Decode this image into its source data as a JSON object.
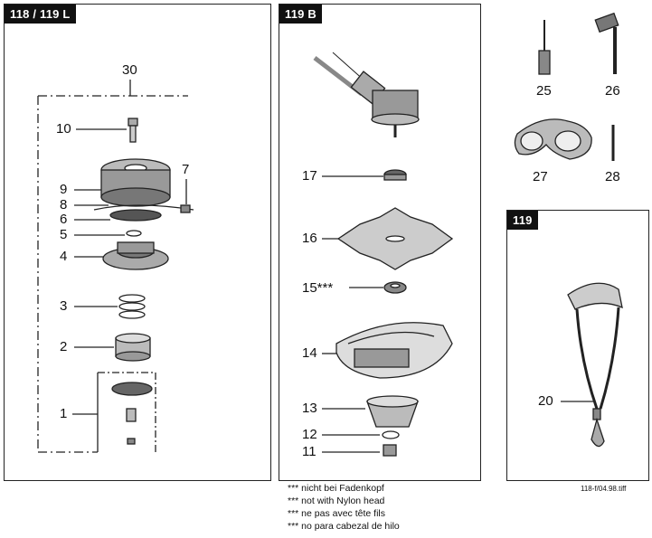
{
  "panels": {
    "left_tag": "118 / 119 L",
    "middle_tag": "119 B",
    "right_tag": "119"
  },
  "labels": {
    "l30": "30",
    "l10": "10",
    "l7": "7",
    "l9": "9",
    "l8": "8",
    "l6": "6",
    "l5": "5",
    "l4": "4",
    "l3": "3",
    "l2": "2",
    "l1": "1",
    "l17": "17",
    "l16": "16",
    "l15": "15***",
    "l14": "14",
    "l13": "13",
    "l12": "12",
    "l11": "11",
    "l25": "25",
    "l26": "26",
    "l27": "27",
    "l28": "28",
    "l20": "20"
  },
  "footnotes": [
    "*** nicht bei Fadenkopf",
    "*** not with Nylon head",
    "*** ne pas avec  tête fils",
    "*** no para cabezal de hilo"
  ],
  "reference": "118-f/04.98.tiff"
}
